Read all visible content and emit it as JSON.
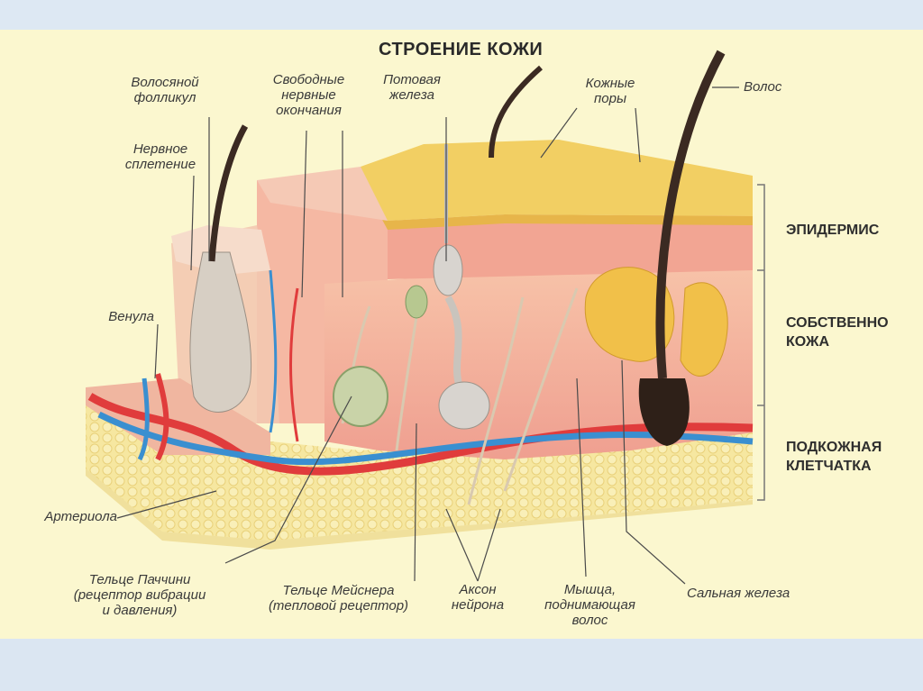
{
  "title": "СТРОЕНИЕ КОЖИ",
  "labels": {
    "hair_follicle": "Волосяной\nфолликул",
    "nerve_plexus": "Нервное\nсплетение",
    "free_nerve_endings": "Свободные\nнервные\nокончания",
    "sweat_gland": "Потовая\nжелеза",
    "skin_pores": "Кожные\nпоры",
    "hair": "Волос",
    "venule": "Венула",
    "arteriole": "Артериола",
    "pacinian": "Тельце Паччини\n(рецептор вибрации\nи давления)",
    "meissner": "Тельце Мейснера\n(тепловой рецептор)",
    "axon": "Аксон\nнейрона",
    "muscle": "Мышца,\nподнимающая\nволос",
    "sebaceous": "Сальная железа"
  },
  "layers": {
    "epidermis": "ЭПИДЕРМИС",
    "dermis": "СОБСТВЕННО\nКОЖА",
    "hypodermis": "ПОДКОЖНАЯ\nКЛЕТЧАТКА"
  },
  "colors": {
    "epidermis_top": "#f2cf63",
    "dermis": "#f4a99a",
    "fat": "#f6e9a0",
    "artery": "#e03c3c",
    "vein": "#3a8fd0",
    "nerve": "#d9c9b0",
    "hair": "#3b2a22"
  }
}
